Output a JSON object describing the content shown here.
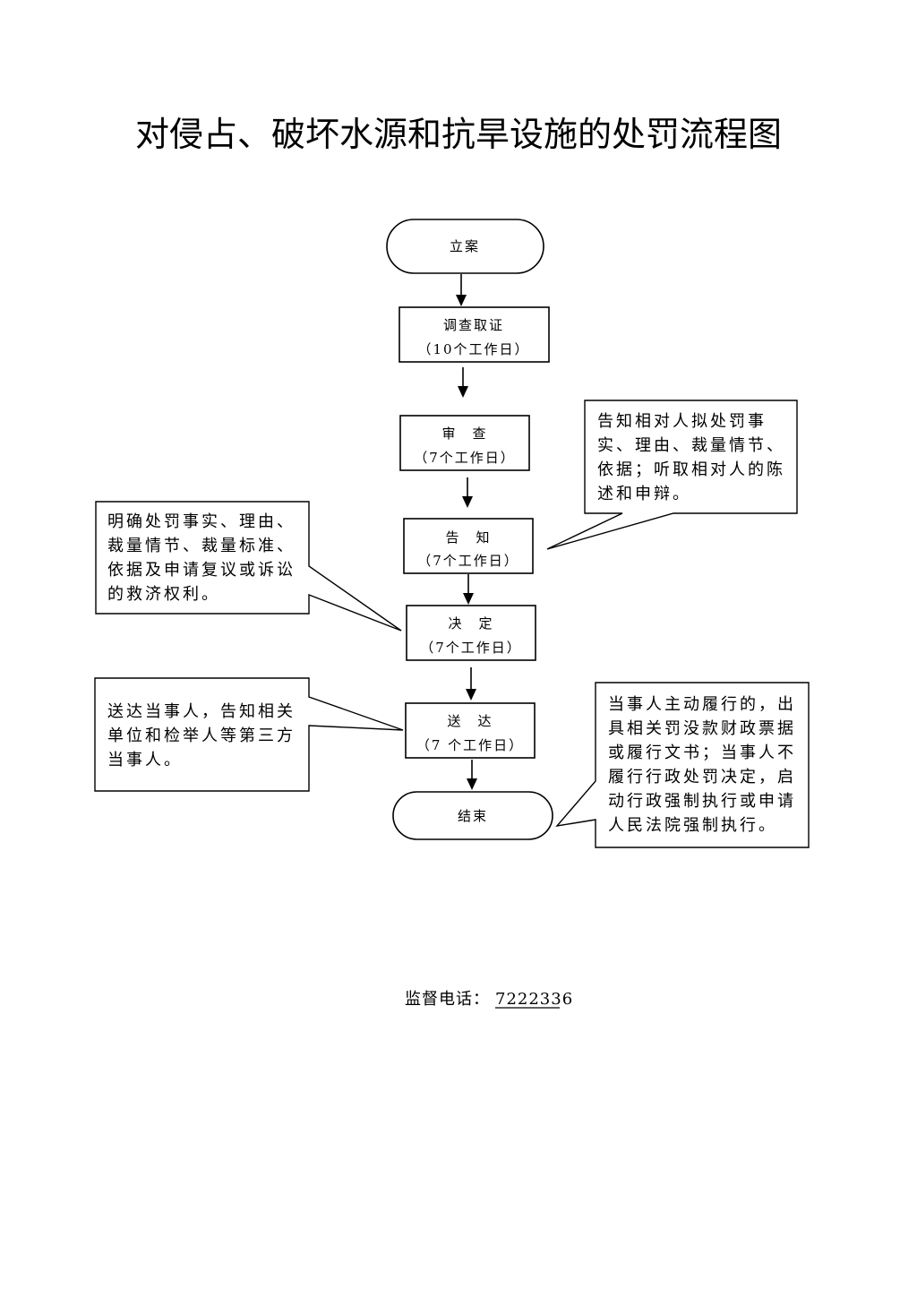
{
  "title": "对侵占、破坏水源和抗旱设施的处罚流程图",
  "nodes": [
    {
      "id": "lian",
      "shape": "terminal",
      "lines": [
        "立案"
      ]
    },
    {
      "id": "diaocha",
      "shape": "process",
      "lines": [
        "调查取证",
        "（10个工作日）"
      ]
    },
    {
      "id": "shencha",
      "shape": "process",
      "lines": [
        "审　查",
        "（7个工作日）"
      ]
    },
    {
      "id": "gaozhi",
      "shape": "process",
      "lines": [
        "告　知",
        "（7个工作日）"
      ]
    },
    {
      "id": "jueding",
      "shape": "process",
      "lines": [
        "决　定",
        "（7个工作日）"
      ]
    },
    {
      "id": "songda",
      "shape": "process",
      "lines": [
        "送　达",
        "（7 个工作日）"
      ]
    },
    {
      "id": "jieshu",
      "shape": "terminal",
      "lines": [
        "结束"
      ]
    }
  ],
  "edges": [
    {
      "from": "lian",
      "to": "diaocha"
    },
    {
      "from": "diaocha",
      "to": "shencha"
    },
    {
      "from": "shencha",
      "to": "gaozhi"
    },
    {
      "from": "gaozhi",
      "to": "jueding"
    },
    {
      "from": "jueding",
      "to": "songda"
    },
    {
      "from": "songda",
      "to": "jieshu"
    }
  ],
  "notes": [
    {
      "id": "note-gaozhi",
      "attached_to": "gaozhi",
      "side": "right",
      "lines": [
        "告知相对人拟处罚事",
        "实、理由、裁量情节、",
        "依据；听取相对人的陈",
        "述和申辩。"
      ]
    },
    {
      "id": "note-jueding",
      "attached_to": "jueding",
      "side": "left",
      "lines": [
        "明确处罚事实、理由、",
        "裁量情节、裁量标准、",
        "依据及申请复议或诉讼",
        "的救济权利。"
      ]
    },
    {
      "id": "note-songda",
      "attached_to": "songda",
      "side": "left",
      "lines": [
        "送达当事人，告知相关",
        "单位和检举人等第三方",
        "当事人。"
      ]
    },
    {
      "id": "note-jieshu",
      "attached_to": "jieshu",
      "side": "right",
      "lines": [
        "当事人主动履行的，出",
        "具相关罚没款财政票据",
        "或履行文书；当事人不",
        "履行行政处罚决定，启",
        "动行政强制执行或申请",
        "人民法院强制执行。"
      ]
    }
  ],
  "footer": {
    "label": "监督电话：",
    "phone": "7222336"
  }
}
